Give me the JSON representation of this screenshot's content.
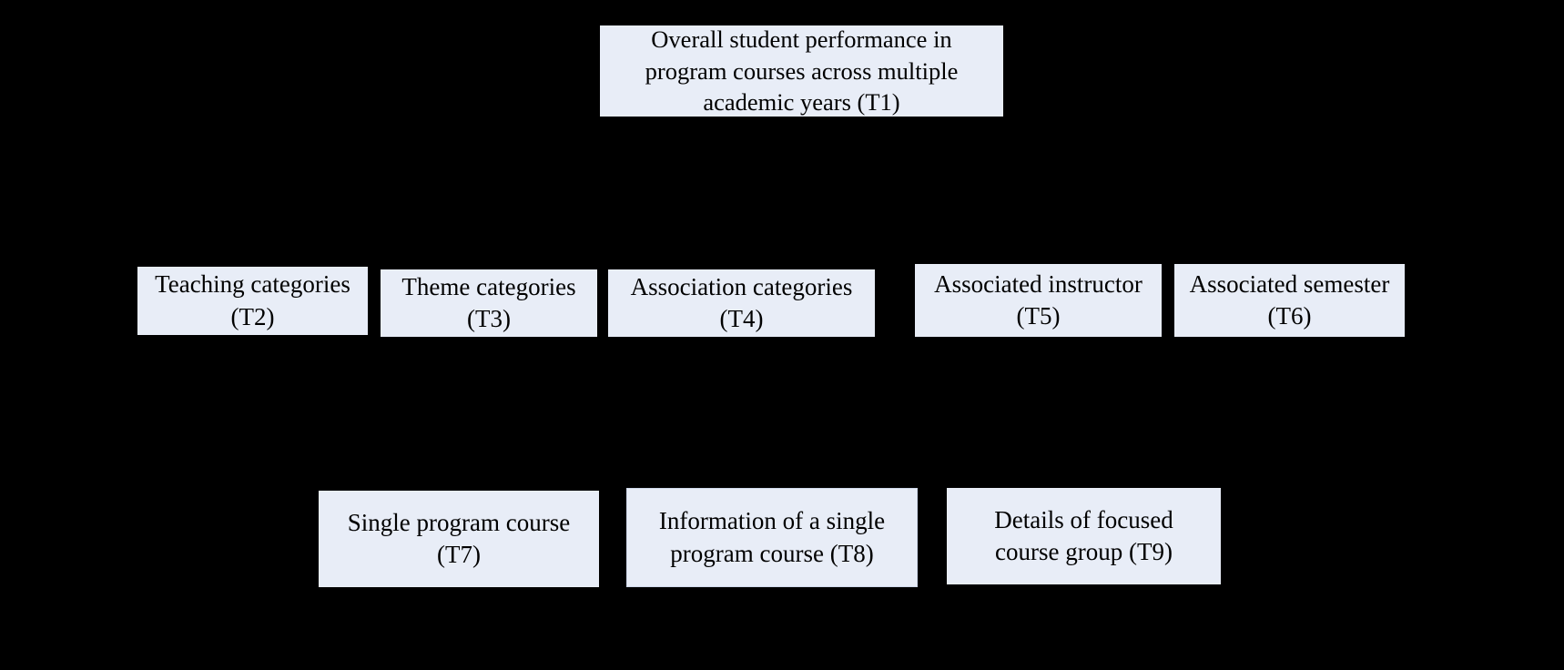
{
  "diagram": {
    "background_color": "#000000",
    "node_fill_color": "#e8edf7",
    "node_text_color": "#000000",
    "nodes": [
      {
        "id": "T1",
        "label": "Overall student performance in\nprogram courses across multiple\nacademic years (T1)",
        "row": 1
      },
      {
        "id": "T2",
        "label": "Teaching categories\n(T2)",
        "row": 2
      },
      {
        "id": "T3",
        "label": "Theme categories\n(T3)",
        "row": 2
      },
      {
        "id": "T4",
        "label": "Association categories\n(T4)",
        "row": 2
      },
      {
        "id": "T5",
        "label": "Associated instructor\n(T5)",
        "row": 2
      },
      {
        "id": "T6",
        "label": "Associated semester\n(T6)",
        "row": 2
      },
      {
        "id": "T7",
        "label": "Single program course\n(T7)",
        "row": 3
      },
      {
        "id": "T8",
        "label": "Information of a single\nprogram course (T8)",
        "row": 3
      },
      {
        "id": "T9",
        "label": "Details of focused\ncourse group (T9)",
        "row": 3
      }
    ]
  }
}
